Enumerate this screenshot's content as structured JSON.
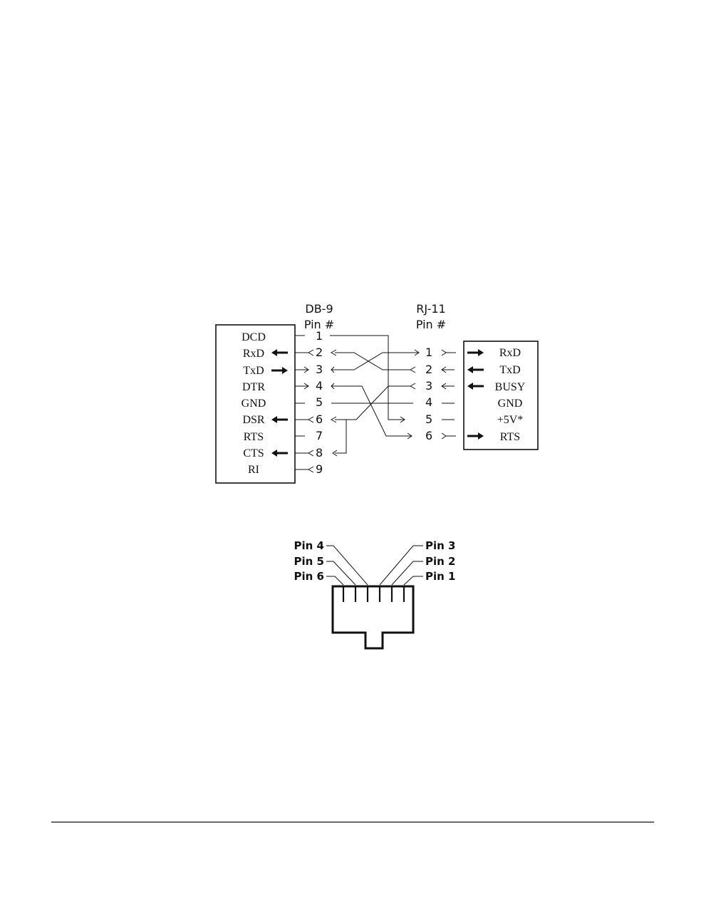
{
  "db9": {
    "header_line1": "DB-9",
    "header_line2": "Pin #",
    "signals": [
      "DCD",
      "RxD",
      "TxD",
      "DTR",
      "GND",
      "DSR",
      "RTS",
      "CTS",
      "RI"
    ],
    "pins": [
      "1",
      "2",
      "3",
      "4",
      "5",
      "6",
      "7",
      "8",
      "9"
    ]
  },
  "rj11": {
    "header_line1": "RJ-11",
    "header_line2": "Pin #",
    "pins": [
      "1",
      "2",
      "3",
      "4",
      "5",
      "6"
    ],
    "signals": [
      "RxD",
      "TxD",
      "BUSY",
      "GND",
      "+5V*",
      "RTS"
    ]
  },
  "plug": {
    "left_labels": [
      "Pin 4",
      "Pin 5",
      "Pin 6"
    ],
    "right_labels": [
      "Pin 3",
      "Pin 2",
      "Pin 1"
    ]
  }
}
